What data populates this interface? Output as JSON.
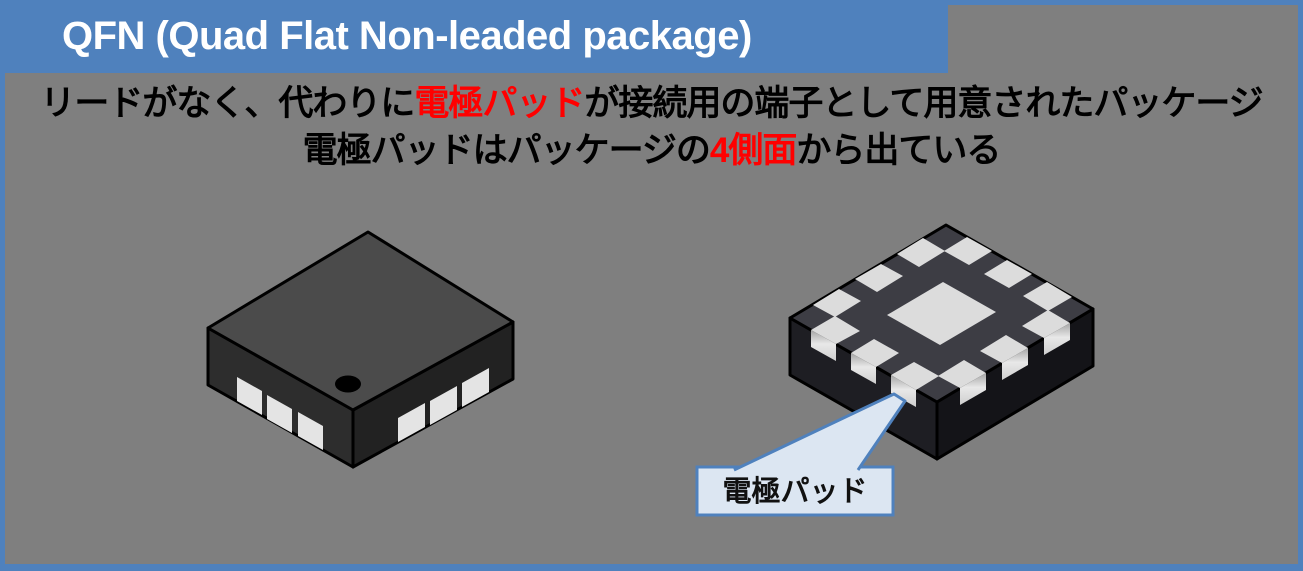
{
  "title_bar": {
    "title": "QFN (Quad Flat Non-leaded package)"
  },
  "subtitle": {
    "line1": [
      {
        "text": "リードがなく、代わりに",
        "highlight": false
      },
      {
        "text": "電極パッド",
        "highlight": true
      },
      {
        "text": "が接続用の端子として用意されたパッケージ",
        "highlight": false
      }
    ],
    "line2": [
      {
        "text": "電極パッドはパッケージの",
        "highlight": false
      },
      {
        "text": "4側面",
        "highlight": true
      },
      {
        "text": "から出ている",
        "highlight": false
      }
    ]
  },
  "callout": {
    "label": "電極パッド"
  },
  "colors": {
    "accent_blue": "#4f81bd",
    "background_gray": "#7f7f7f",
    "highlight_red": "#ff0000",
    "title_text": "#ffffff",
    "body_text": "#000000",
    "callout_fill": "#dce6f2",
    "chip_top_left_view": "#4b4b4b",
    "chip_top_right_view": "#3d3d44",
    "chip_side_dark": "#232323",
    "electrode_pad_light": "#e0e0e0"
  }
}
